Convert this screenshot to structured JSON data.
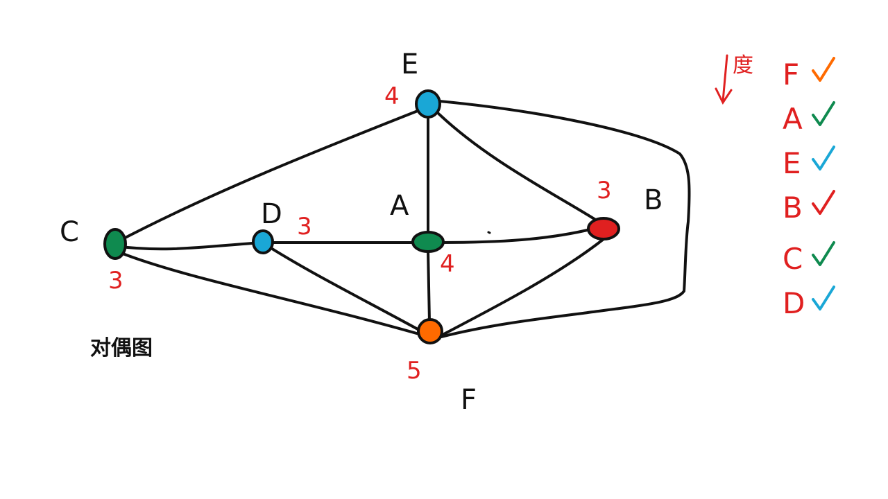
{
  "graph_title": "对偶图",
  "colors": {
    "edge": "#111111",
    "degree_text": "#e02020",
    "order_text": "#e02020",
    "orange": "#ff6a00",
    "green": "#0f8a4f",
    "blue": "#1aa7d6",
    "red": "#e02020"
  },
  "nodes": [
    {
      "id": "E",
      "label": "E",
      "degree": "4",
      "fill": "blue"
    },
    {
      "id": "B",
      "label": "B",
      "degree": "3",
      "fill": "red"
    },
    {
      "id": "A",
      "label": "A",
      "degree": "4",
      "fill": "green"
    },
    {
      "id": "D",
      "label": "D",
      "degree": "3",
      "fill": "blue"
    },
    {
      "id": "C",
      "label": "C",
      "degree": "3",
      "fill": "green"
    },
    {
      "id": "F",
      "label": "F",
      "degree": "5",
      "fill": "orange"
    }
  ],
  "edges": [
    [
      "C",
      "E"
    ],
    [
      "C",
      "D"
    ],
    [
      "C",
      "F"
    ],
    [
      "D",
      "A"
    ],
    [
      "D",
      "F"
    ],
    [
      "A",
      "B"
    ],
    [
      "A",
      "E"
    ],
    [
      "A",
      "F"
    ],
    [
      "E",
      "B"
    ],
    [
      "B",
      "F"
    ],
    [
      "E",
      "F"
    ]
  ],
  "degree_note": "度",
  "coloring_order": [
    {
      "letter": "F",
      "check_color": "orange"
    },
    {
      "letter": "A",
      "check_color": "green"
    },
    {
      "letter": "E",
      "check_color": "blue"
    },
    {
      "letter": "B",
      "check_color": "red"
    },
    {
      "letter": "C",
      "check_color": "green"
    },
    {
      "letter": "D",
      "check_color": "blue"
    }
  ]
}
